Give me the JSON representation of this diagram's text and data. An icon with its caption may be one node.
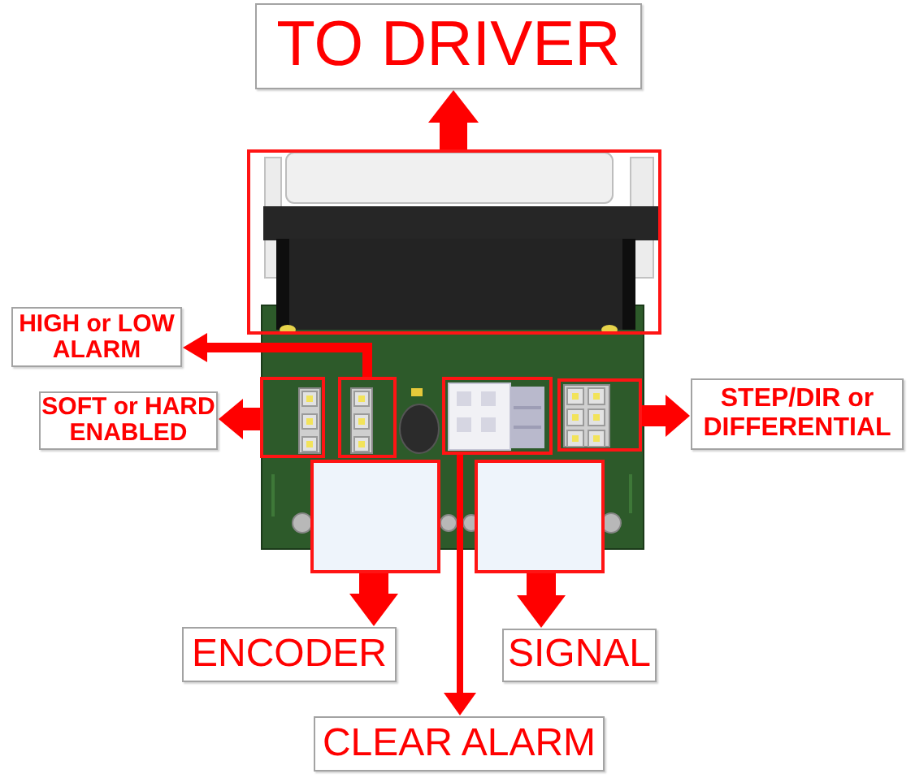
{
  "diagram": {
    "nodes": [
      {
        "text": [
          "TO DRIVER"
        ]
      },
      {
        "text": [],
        "shape": "box"
      },
      {
        "text": [
          "HIGH or LOW ALARM"
        ]
      },
      {
        "text": [
          "SOFT or HARD ENABLED"
        ]
      },
      {
        "text": [],
        "shape": "box"
      },
      {
        "text": [],
        "shape": "box"
      },
      {
        "text": [],
        "shape": "box"
      },
      {
        "text": [],
        "shape": "box"
      },
      {
        "text": [
          "STEP/DIR or DIFFERENTIAL"
        ]
      },
      {
        "text": [],
        "shape": "box"
      },
      {
        "text": [],
        "shape": "box"
      },
      {
        "text": [
          "ENCODER"
        ]
      },
      {
        "text": [
          "SIGNAL"
        ]
      },
      {
        "text": [
          "CLEAR ALARM"
        ]
      }
    ],
    "edges": [
      {
        "from": 1,
        "to": 0,
        "arrow": "to"
      },
      {
        "from": 5,
        "to": 2,
        "arrow": "to"
      },
      {
        "from": 4,
        "to": 3,
        "arrow": "to"
      },
      {
        "from": 7,
        "to": 8,
        "arrow": "to"
      },
      {
        "from": 9,
        "to": 11,
        "arrow": "to"
      },
      {
        "from": 10,
        "to": 12,
        "arrow": "to"
      },
      {
        "from": 6,
        "to": 13,
        "arrow": "to"
      }
    ]
  }
}
